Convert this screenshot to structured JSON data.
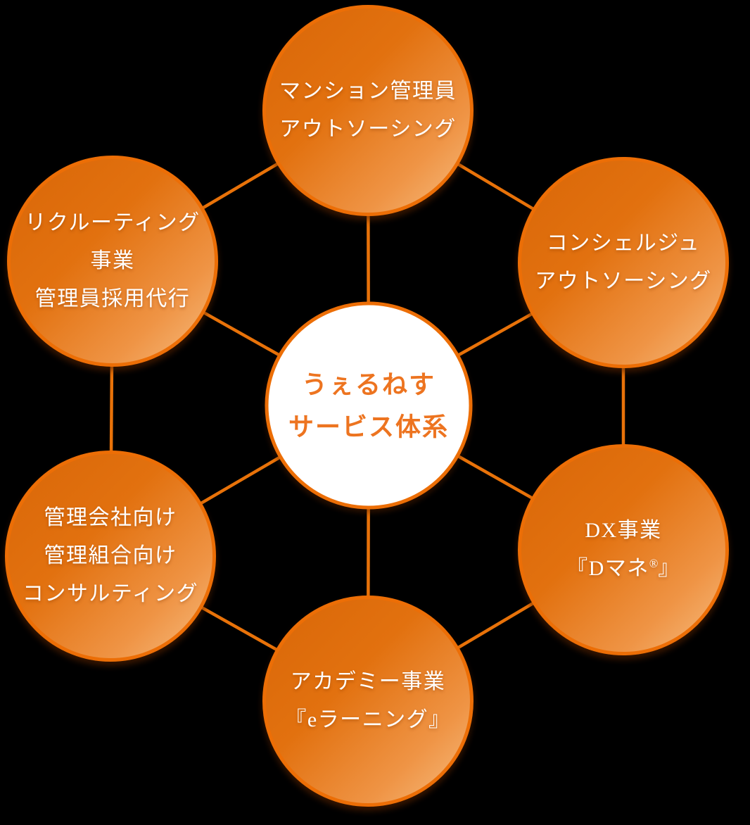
{
  "center": {
    "lines": [
      "うぇるねす",
      "サービス体系"
    ]
  },
  "nodes": {
    "top": {
      "lines": [
        "マンション管理員",
        "アウトソーシング"
      ]
    },
    "top_right": {
      "lines": [
        "コンシェルジュ",
        "アウトソーシング"
      ]
    },
    "bottom_right": {
      "line1": "DX事業",
      "line2": {
        "pre": "『Dマネ",
        "reg": "®",
        "post": "』"
      }
    },
    "bottom": {
      "lines": [
        "アカデミー事業",
        "『eラーニング』"
      ]
    },
    "bottom_left": {
      "lines": [
        "管理会社向け",
        "管理組合向け",
        "コンサルティング"
      ]
    },
    "top_left": {
      "lines": [
        "リクルーティング",
        "事業",
        "管理員採用代行"
      ]
    }
  },
  "colors": {
    "background": "#000000",
    "circle_gradient_start": "#d96708",
    "circle_gradient_end": "#f6bd81",
    "circle_border": "#ec6e06",
    "connector_line": "#e87209",
    "center_circle_fill": "#ffffff",
    "center_text": "#ed7420",
    "node_text": "#ffffff"
  }
}
